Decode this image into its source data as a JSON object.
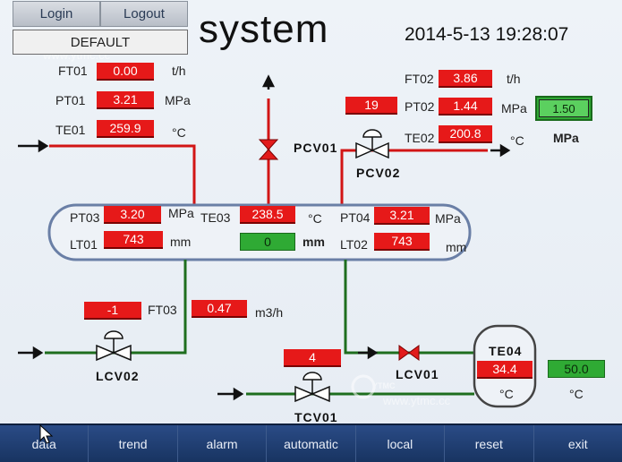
{
  "header": {
    "login_label": "Login",
    "logout_label": "Logout",
    "mode": "DEFAULT",
    "title": "system",
    "datetime": "2014-5-13 19:28:07"
  },
  "watermark": {
    "logo_text": "YTMC",
    "url": "www.ytmc.cc"
  },
  "left_inlet": {
    "FT01": {
      "label": "FT01",
      "value": "0.00",
      "unit": "t/h"
    },
    "PT01": {
      "label": "PT01",
      "value": "3.21",
      "unit": "MPa"
    },
    "TE01": {
      "label": "TE01",
      "value": "259.9",
      "unit": "°C"
    }
  },
  "right_outlet": {
    "FT02": {
      "label": "FT02",
      "value": "3.86",
      "unit": "t/h"
    },
    "PT02": {
      "label": "PT02",
      "value": "1.44",
      "unit": "MPa",
      "setpoint": "19"
    },
    "TE02": {
      "label": "TE02",
      "value": "200.8",
      "unit": "°C"
    },
    "pressure_setpoint": {
      "value": "1.50",
      "unit": "MPa"
    }
  },
  "valves": {
    "PCV01": "PCV01",
    "PCV02": "PCV02",
    "LCV02": "LCV02",
    "LCV01": "LCV01",
    "TCV01": "TCV01"
  },
  "vessel": {
    "PT03": {
      "label": "PT03",
      "value": "3.20",
      "unit": "MPa"
    },
    "TE03": {
      "label": "TE03",
      "value": "238.5",
      "unit": "°C"
    },
    "PT04": {
      "label": "PT04",
      "value": "3.21",
      "unit": "MPa"
    },
    "LT01": {
      "label": "LT01",
      "value": "743",
      "unit": "mm"
    },
    "level_setpoint": {
      "value": "0",
      "unit": "mm"
    },
    "LT02": {
      "label": "LT02",
      "value": "743",
      "unit": "mm"
    }
  },
  "lower_left": {
    "lcv02_output": "-1",
    "FT03": {
      "label": "FT03",
      "value": "0.47",
      "unit": "m3/h"
    }
  },
  "tcv01_output": "4",
  "te04": {
    "label": "TE04",
    "value": "34.4",
    "unit": "°C",
    "setpoint": "50.0",
    "setpoint_unit": "°C"
  },
  "nav": [
    "data",
    "trend",
    "alarm",
    "automatic",
    "local",
    "reset",
    "exit"
  ],
  "colors": {
    "pipe_red": "#d21515",
    "pipe_green": "#1e6e1e",
    "value_red": "#e61919",
    "value_green": "#2faa34",
    "nav_blue": "#1d3b70"
  }
}
